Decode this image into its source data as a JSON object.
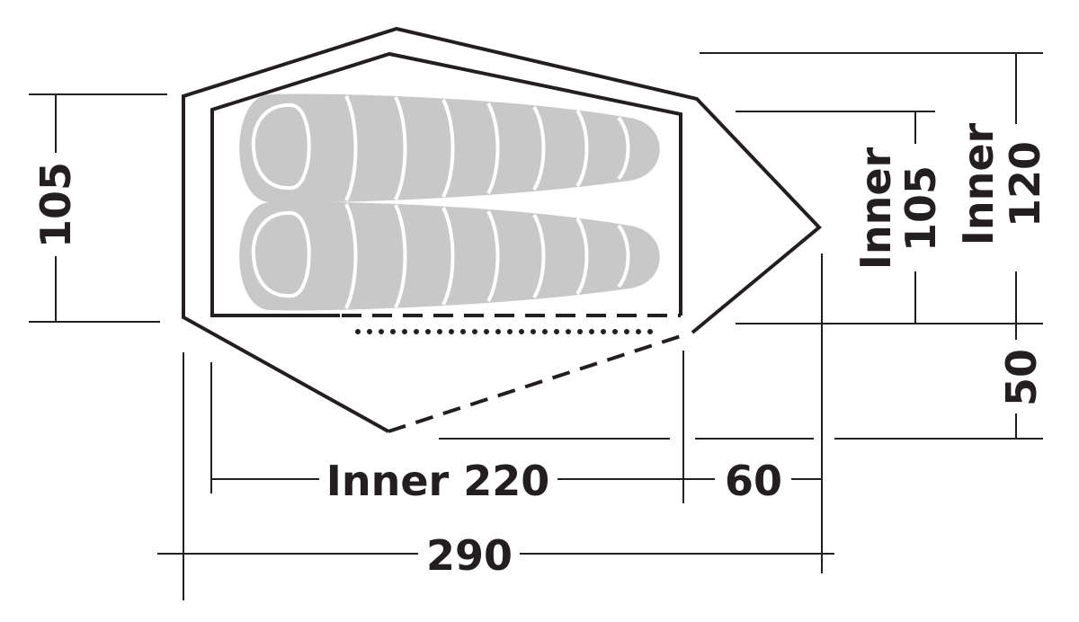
{
  "diagram": {
    "colors": {
      "line": "#231f20",
      "sleeping_bag_fill": "#c8c8c8",
      "sleeping_bag_seam": "#ffffff",
      "background": "#ffffff"
    },
    "dimensions": {
      "width_total": "105",
      "inner_width_line1": "Inner",
      "inner_width_line2": "105",
      "inner_120_line1": "Inner",
      "inner_120_line2": "120",
      "vestibule_depth": "50",
      "inner_length": "Inner 220",
      "vestibule_length": "60",
      "total_length": "290"
    },
    "sleeping_bags": 2
  }
}
